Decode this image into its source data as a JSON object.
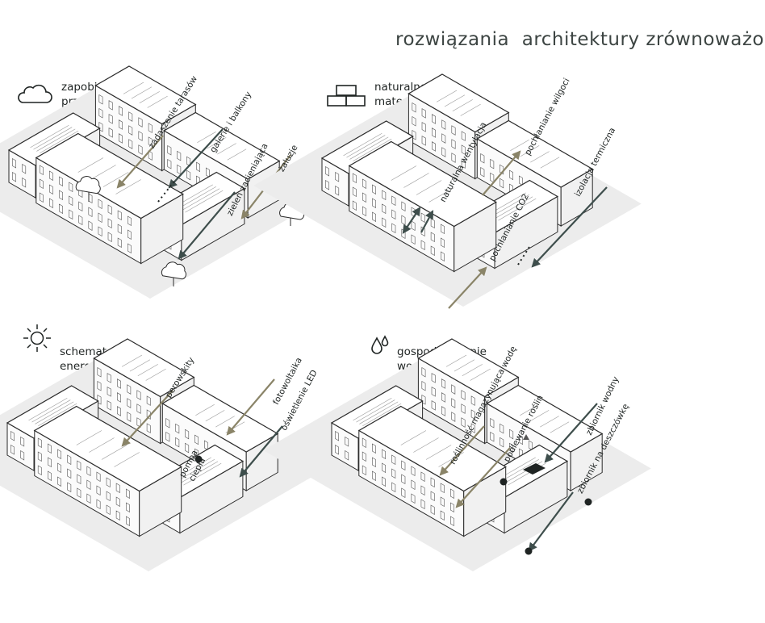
{
  "title": "rozwiązania  architektury zrównoważonej",
  "colors": {
    "olive": "#8a8468",
    "dark": "#3e4e4c",
    "ground": "#ececec"
  },
  "panels": [
    {
      "id": "overheating",
      "icon": "cloud-icon",
      "heading": [
        "zapobieganie",
        "przegrzewaniu"
      ],
      "labels": [
        "zadaszenie tarasów",
        "galerie i balkony",
        "zieleń zacieniająca",
        "żaluzje"
      ]
    },
    {
      "id": "materials",
      "icon": "bricks-icon",
      "heading": [
        "naturalne",
        "materiały"
      ],
      "labels": [
        "naturalna wentylacja",
        "pochłanianie wilgoci",
        "izolacja termiczna",
        "pochłanianie CO2"
      ]
    },
    {
      "id": "energy",
      "icon": "sun-icon",
      "heading": [
        "schemat",
        "energetyczny"
      ],
      "labels": [
        "perowskity",
        "fotowoltaika",
        "oświetlenie LED",
        "pompa",
        "ciepła"
      ]
    },
    {
      "id": "water",
      "icon": "water-drops-icon",
      "heading": [
        "gospodarowanie",
        "wodą"
      ],
      "labels": [
        "roślinność magazynująca wodę",
        "podlewanie roślin",
        "zbiornik wodny",
        "zbiornik na deszczówkę"
      ]
    }
  ]
}
